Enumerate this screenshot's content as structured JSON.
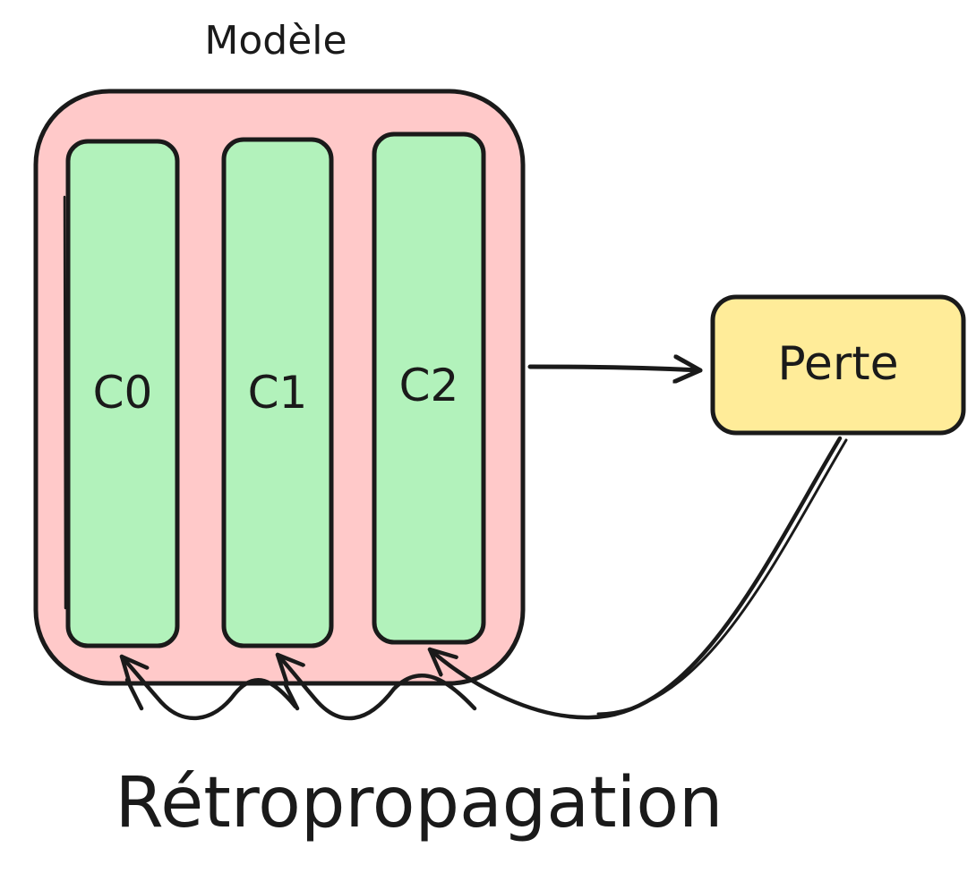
{
  "model": {
    "title": "Modèle",
    "color": "#ffc9c9"
  },
  "layers": [
    {
      "label": "C0"
    },
    {
      "label": "C1"
    },
    {
      "label": "C2"
    }
  ],
  "layer_color": "#b2f2bb",
  "loss": {
    "label": "Perte",
    "color": "#ffec99"
  },
  "backprop": {
    "label": "Rétropropagation"
  }
}
